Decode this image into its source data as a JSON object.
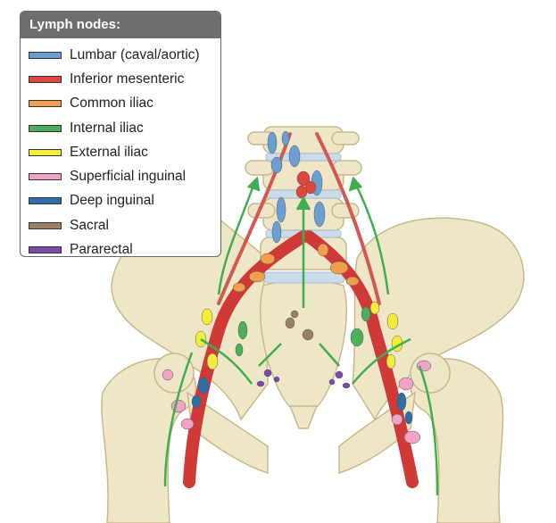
{
  "legend": {
    "title": "Lymph nodes:",
    "items": [
      {
        "label": "Lumbar (caval/aortic)",
        "color": "#6a9fd4"
      },
      {
        "label": "Inferior mesenteric",
        "color": "#e0453e"
      },
      {
        "label": "Common iliac",
        "color": "#f0a04a"
      },
      {
        "label": "Internal iliac",
        "color": "#4caf5a"
      },
      {
        "label": "External iliac",
        "color": "#f4ec3a"
      },
      {
        "label": "Superficial inguinal",
        "color": "#f0a2c8"
      },
      {
        "label": "Deep inguinal",
        "color": "#2e6ea6"
      },
      {
        "label": "Sacral",
        "color": "#9a8066"
      },
      {
        "label": "Pararectal",
        "color": "#7a4aa8"
      }
    ]
  },
  "colors": {
    "bone": "#efe6c8",
    "bone_edge": "#c9b98a",
    "disc": "#c9dcea",
    "artery": "#cf3a36",
    "arrow": "#3fae4f"
  }
}
